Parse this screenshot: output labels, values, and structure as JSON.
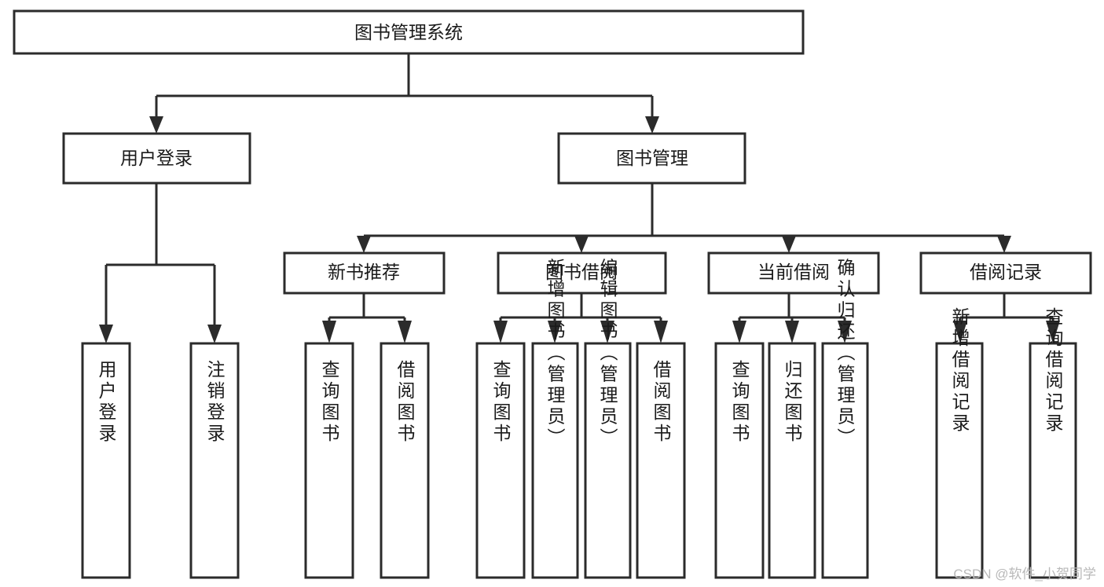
{
  "diagram": {
    "type": "tree-hierarchy",
    "title": "图书管理系统",
    "background_color": "#ffffff",
    "line_color": "#2b2b2b",
    "text_color": "#1a1a1a",
    "nodes": {
      "root": {
        "label": "图书管理系统"
      },
      "level2": [
        {
          "id": "user-login",
          "label": "用户登录"
        },
        {
          "id": "book-manage",
          "label": "图书管理"
        }
      ],
      "level3": [
        {
          "id": "new-book-recommend",
          "label": "新书推荐"
        },
        {
          "id": "book-borrow",
          "label": "图书借阅"
        },
        {
          "id": "current-borrow",
          "label": "当前借阅"
        },
        {
          "id": "borrow-record",
          "label": "借阅记录"
        }
      ],
      "leaves": [
        {
          "id": "leaf-user-login",
          "label": "用户登录",
          "parent": "user-login"
        },
        {
          "id": "leaf-logout-login",
          "label": "注销登录",
          "parent": "user-login"
        },
        {
          "id": "leaf-query-book-1",
          "label": "查询图书",
          "parent": "new-book-recommend"
        },
        {
          "id": "leaf-borrow-book-1",
          "label": "借阅图书",
          "parent": "new-book-recommend"
        },
        {
          "id": "leaf-query-book-2",
          "label": "查询图书",
          "parent": "book-borrow"
        },
        {
          "id": "leaf-add-book",
          "label": "新增图书（管理员）",
          "parent": "book-borrow"
        },
        {
          "id": "leaf-edit-book",
          "label": "编辑图书（管理员）",
          "parent": "book-borrow"
        },
        {
          "id": "leaf-borrow-book-2",
          "label": "借阅图书",
          "parent": "book-borrow"
        },
        {
          "id": "leaf-query-book-3",
          "label": "查询图书",
          "parent": "current-borrow"
        },
        {
          "id": "leaf-return-book",
          "label": "归还图书",
          "parent": "current-borrow"
        },
        {
          "id": "leaf-confirm-return",
          "label": "确认归还（管理员）",
          "parent": "current-borrow"
        },
        {
          "id": "leaf-add-record",
          "label": "新增借阅记录",
          "parent": "borrow-record"
        },
        {
          "id": "leaf-query-record",
          "label": "查询借阅记录",
          "parent": "borrow-record"
        }
      ]
    }
  },
  "watermark": {
    "text": "CSDN @软件_小贺同学"
  }
}
